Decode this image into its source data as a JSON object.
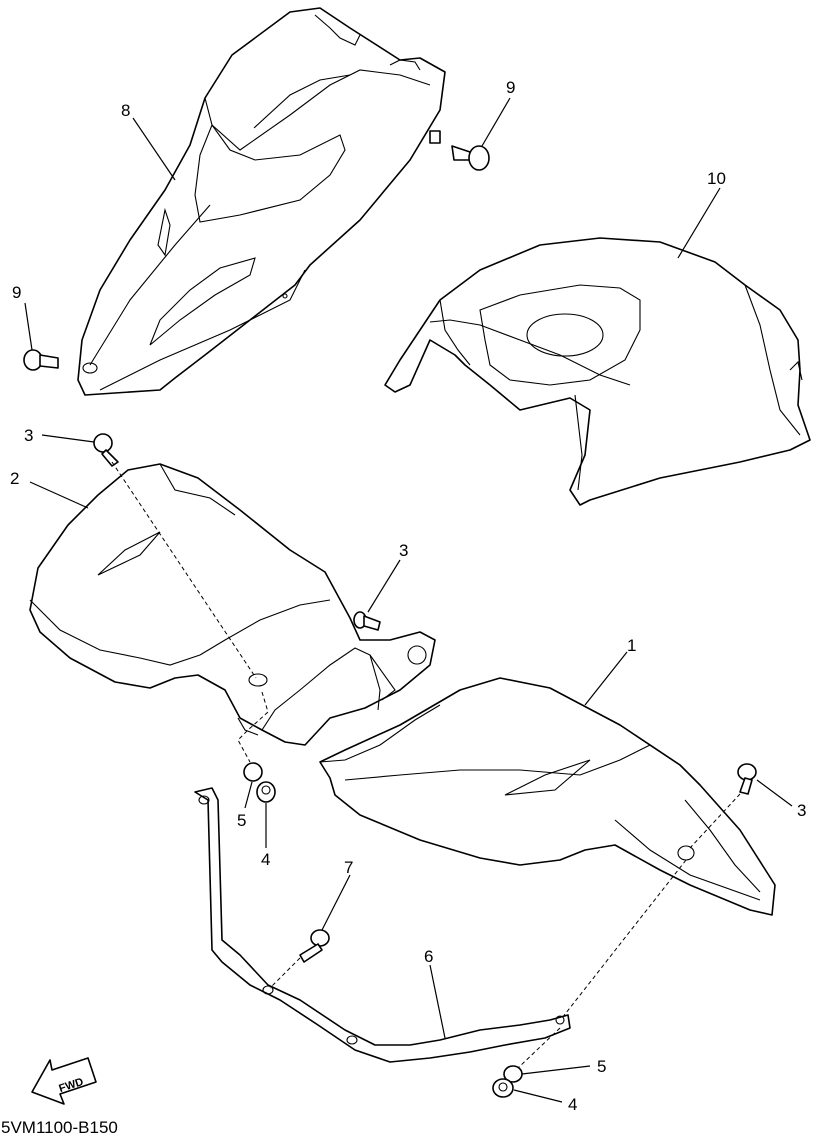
{
  "diagram_code": "5VM1100-B150",
  "fwd_label": "FWD",
  "callouts": {
    "c1": "1",
    "c2": "2",
    "c3a": "3",
    "c3b": "3",
    "c3c": "3",
    "c4a": "4",
    "c4b": "4",
    "c5a": "5",
    "c5b": "5",
    "c6": "6",
    "c7": "7",
    "c8": "8",
    "c9a": "9",
    "c9b": "9",
    "c10": "10"
  }
}
